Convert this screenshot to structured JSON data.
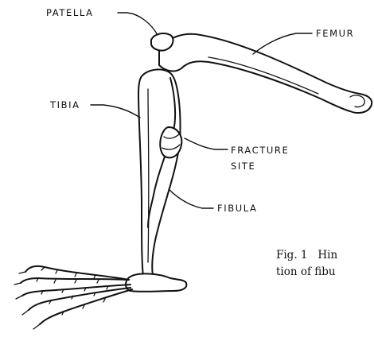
{
  "labels": {
    "patella": "PATELLA",
    "femur": "FEMUR",
    "tibia": "TIBIA",
    "fracture_line1": "FRACTURE",
    "fracture_line2": "SITE",
    "fibula": "FIBULA"
  },
  "caption": {
    "line1": "Fig. 1   Hin",
    "line2": "tion of fibu"
  },
  "colors": {
    "ink": "#111111",
    "paper": "#ffffff"
  }
}
